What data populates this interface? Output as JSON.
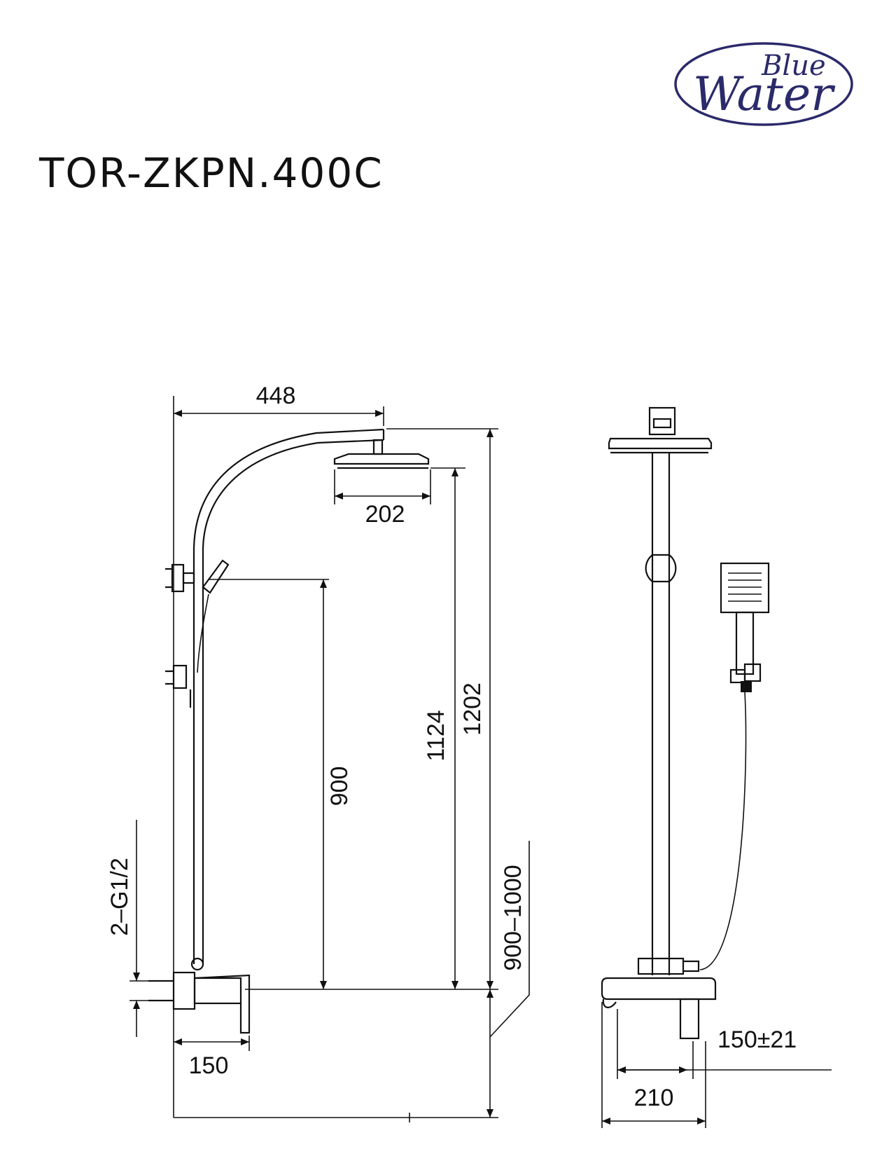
{
  "logo": {
    "line1": "Blue",
    "line2": "Water",
    "color": "#2b2a6b"
  },
  "title": "TOR-ZKPN.400C",
  "dimensions": {
    "d448": "448",
    "d202": "202",
    "d900": "900",
    "d1124": "1124",
    "d1202": "1202",
    "d2g12": "2–G1/2",
    "d9001000": "900–1000",
    "d150": "150",
    "d150pm21": "150±21",
    "d210": "210"
  }
}
